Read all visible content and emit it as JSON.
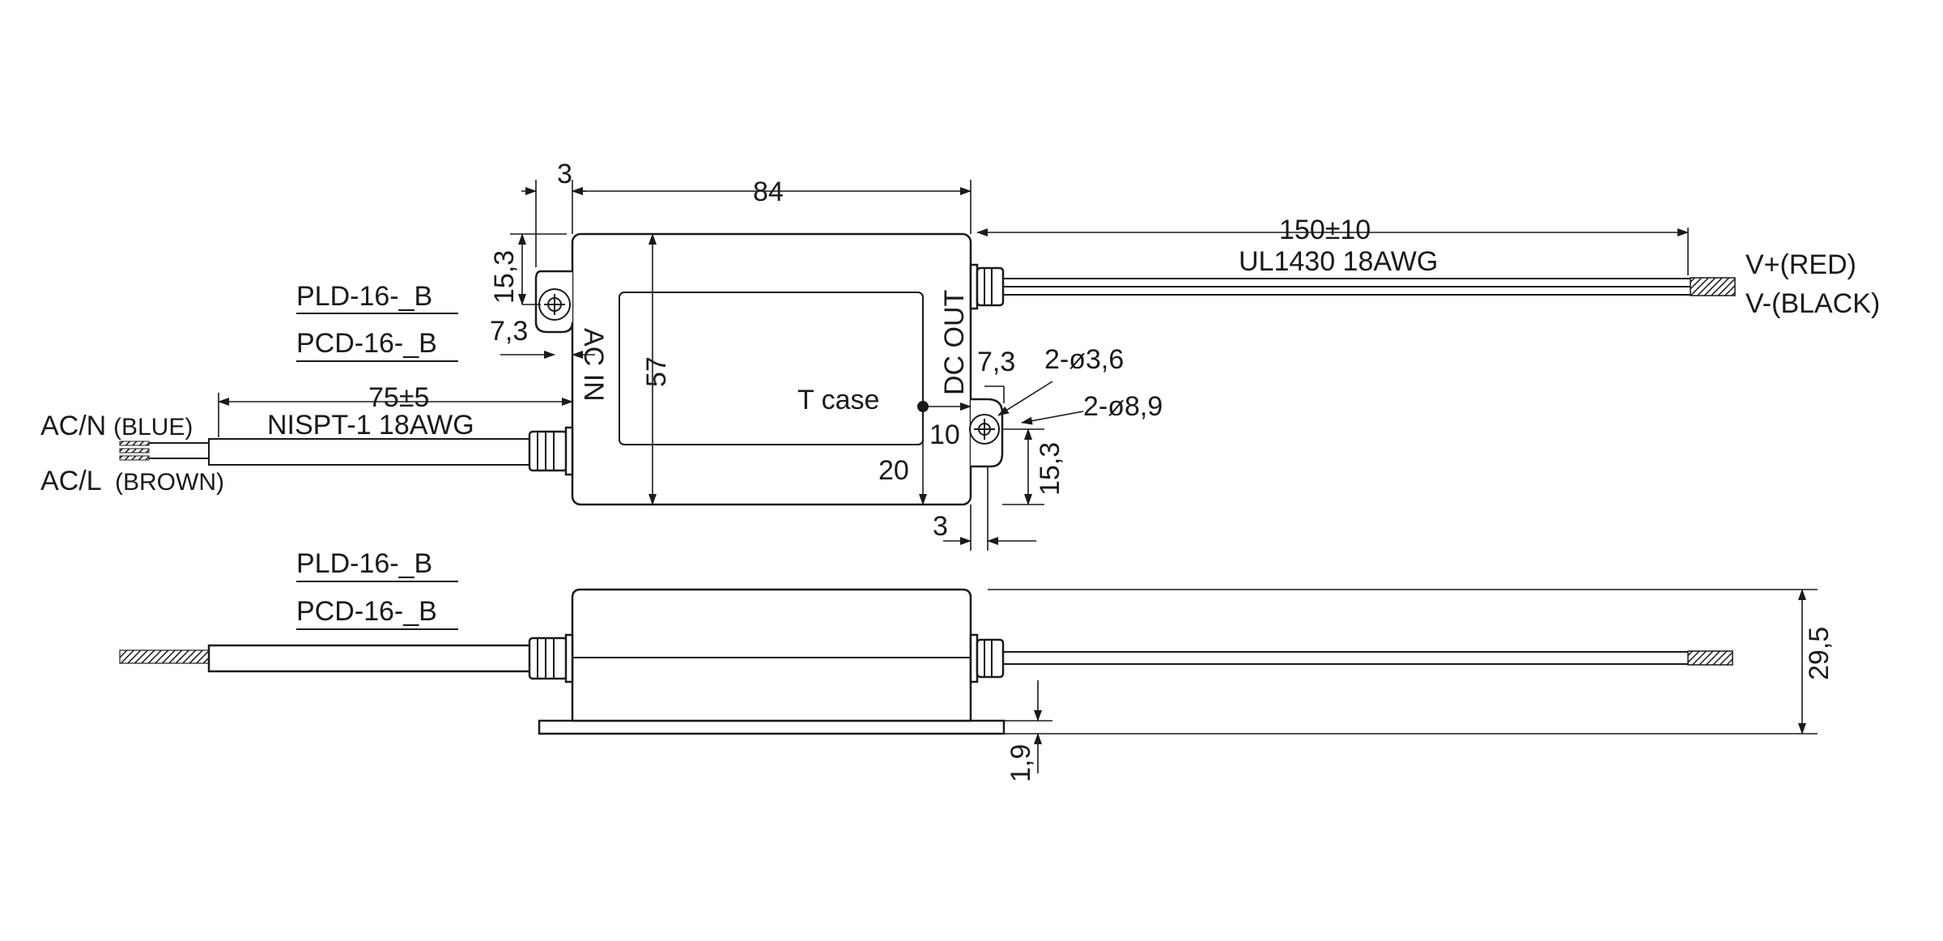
{
  "labels": {
    "models_top": [
      "PLD-16-_B",
      "PCD-16-_B"
    ],
    "models_side": [
      "PLD-16-_B",
      "PCD-16-_B"
    ],
    "ac_n": "AC/N",
    "ac_n_color": "(BLUE)",
    "ac_l": "AC/L",
    "ac_l_color": "(BROWN)",
    "v_plus": "V+(RED)",
    "v_minus": "V-(BLACK)",
    "ac_in": "AC IN",
    "dc_out": "DC OUT",
    "t_case": "T case",
    "ac_cable": "NISPT-1 18AWG",
    "dc_cable": "UL1430 18AWG"
  },
  "dimensions": {
    "flange_width": "3",
    "case_length": "84",
    "dc_cable_length": "150±10",
    "ac_cable_length": "75±5",
    "hole_offset_top": "15,3",
    "hole_offset_side": "7,3",
    "case_width": "57",
    "right_hole_offset": "7,3",
    "hole_diameter": "2-ø3,6",
    "hole_boss_diameter": "2-ø8,9",
    "tcase_x": "10",
    "tcase_y": "20",
    "right_hole_height": "15,3",
    "flange_width_bottom": "3",
    "height": "29,5",
    "base_thickness": "1,9"
  }
}
